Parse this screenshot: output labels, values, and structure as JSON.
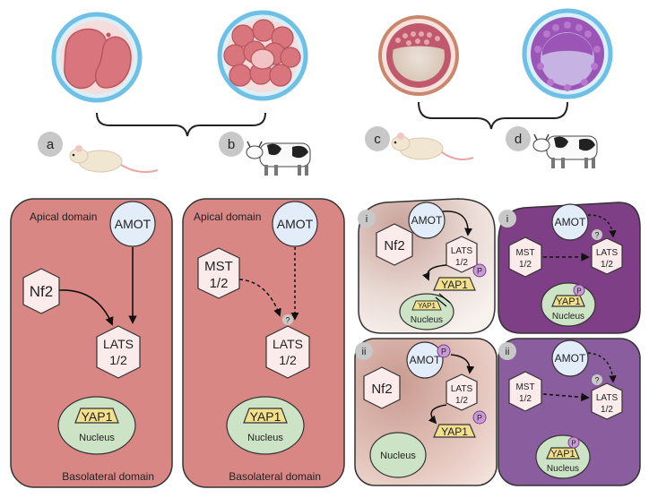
{
  "embryos": {
    "a_label": "a",
    "b_label": "b",
    "c_label": "c",
    "d_label": "d"
  },
  "panel_a": {
    "apical": "Apical domain",
    "basolateral": "Basolateral domain",
    "amot": "AMOT",
    "nf2": "Nf2",
    "lats": [
      "LATS",
      "1/2"
    ],
    "yap": "YAP1",
    "nucleus": "Nucleus"
  },
  "panel_b": {
    "apical": "Apical domain",
    "basolateral": "Basolateral domain",
    "amot": "AMOT",
    "mst": [
      "MST",
      "1/2"
    ],
    "question": "?",
    "lats": [
      "LATS",
      "1/2"
    ],
    "yap": "YAP1",
    "nucleus": "Nucleus"
  },
  "panel_c_i": {
    "roman": "i",
    "amot": "AMOT",
    "nf2": "Nf2",
    "lats": [
      "LATS",
      "1/2"
    ],
    "phospho": "P",
    "yap": "YAP1",
    "yap_nuclear": "YAP1",
    "nucleus": "Nucleus"
  },
  "panel_c_ii": {
    "roman": "ii",
    "amot": "AMOT",
    "amot_phospho": "P",
    "nf2": "Nf2",
    "lats": [
      "LATS",
      "1/2"
    ],
    "phospho": "P",
    "yap": "YAP1",
    "nucleus": "Nucleus"
  },
  "panel_d_i": {
    "roman": "i",
    "amot": "AMOT",
    "question": "?",
    "mst": [
      "MST",
      "1/2"
    ],
    "lats": [
      "LATS",
      "1/2"
    ],
    "phospho": "P",
    "yap": "YAP1",
    "nucleus": "Nucleus"
  },
  "panel_d_ii": {
    "roman": "ii",
    "amot": "AMOT",
    "question": "?",
    "mst": [
      "MST",
      "1/2"
    ],
    "lats": [
      "LATS",
      "1/2"
    ],
    "phospho": "P",
    "yap": "YAP1",
    "nucleus": "Nucleus"
  },
  "colors": {
    "cell_a": "#d98785",
    "cell_c_i": "#e6cec8",
    "cell_c_ii": "#d9b0a7",
    "cell_d_i": "#7e3f86",
    "cell_d_ii": "#8a5d9e",
    "amot": "#e3edf9",
    "nucleus": "#cde3c6",
    "yap": "#f3e08d",
    "phospho": "#c89ad6"
  }
}
